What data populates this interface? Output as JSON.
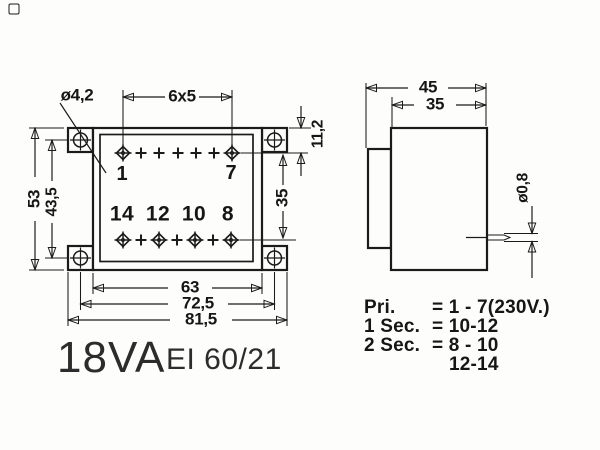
{
  "title": {
    "power_rating": "18VA",
    "core_type": "EI 60/21"
  },
  "front_view": {
    "dim_hole_diameter": "ø4,2",
    "dim_pin_pitch": "6x5",
    "dim_overall_height": "53",
    "dim_hole_spacing_vertical": "43,5",
    "dim_pin_row_inset": "11,2",
    "dim_pin_row_spacing": "35",
    "dim_body_width": "63",
    "dim_hole_spacing_horizontal": "72,5",
    "dim_overall_width": "81,5",
    "pin_labels": {
      "top_left": "1",
      "top_right": "7",
      "bottom": [
        "14",
        "12",
        "10",
        "8"
      ]
    }
  },
  "side_view": {
    "dim_overall_depth": "45",
    "dim_body_depth": "35",
    "dim_pin_diameter": "ø0,8"
  },
  "connections": {
    "rows": [
      {
        "label": "Pri.",
        "value": "= 1 - 7(230V.)"
      },
      {
        "label": "1 Sec.",
        "value": "= 10-12"
      },
      {
        "label": "2 Sec.",
        "value": "= 8 - 10"
      },
      {
        "label": "",
        "value": "12-14"
      }
    ]
  }
}
